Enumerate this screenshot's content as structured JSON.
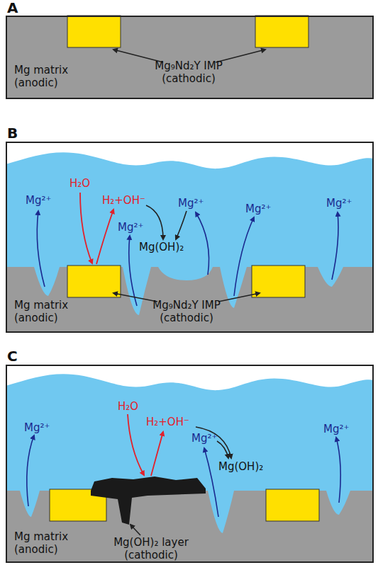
{
  "diagram": {
    "nodes": [
      {
        "text": [
          "Mg matrix (anodic)"
        ]
      },
      {
        "text": [
          "Mg matrix (anodic)"
        ]
      },
      {
        "text": [
          "Mg matrix (anodic)"
        ]
      }
    ],
    "labels": [
      "A",
      "Mg₉Nd₂Y IMP (cathodic)",
      "B",
      "H₂O",
      "H₂+OH⁻",
      "Mg²⁺",
      "Mg²⁺",
      "Mg²⁺",
      "Mg²⁺",
      "Mg²⁺",
      "Mg(OH)₂",
      "Mg₉Nd₂Y IMP (cathodic)",
      "C",
      "H₂O",
      "H₂+OH⁻",
      "Mg²⁺",
      "Mg²⁺",
      "Mg²⁺",
      "Mg(OH)₂",
      "Mg(OH)₂ layer (cathodic)"
    ]
  }
}
